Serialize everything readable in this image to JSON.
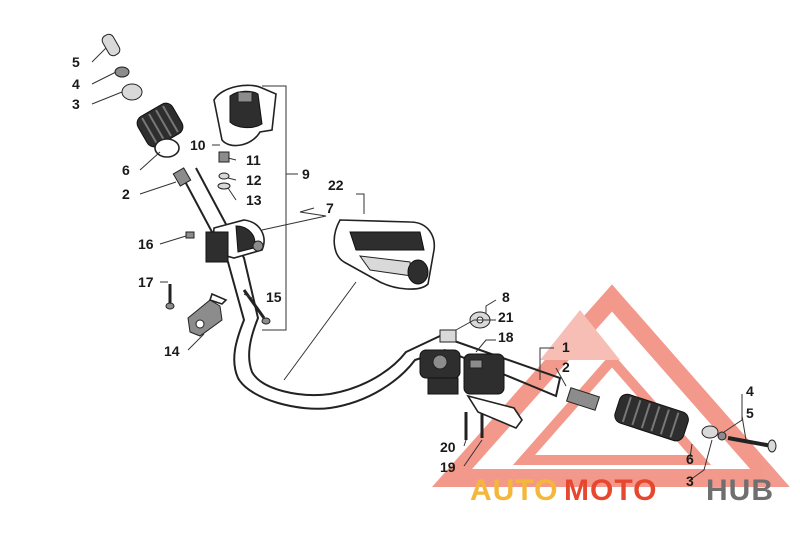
{
  "labels": {
    "l5_top": "5",
    "l4_top": "4",
    "l3_top": "3",
    "l6_left": "6",
    "l2_left": "2",
    "l10": "10",
    "l11": "11",
    "l12": "12",
    "l13": "13",
    "l9": "9",
    "l22": "22",
    "l7": "7",
    "l16": "16",
    "l17": "17",
    "l15": "15",
    "l14": "14",
    "l8": "8",
    "l21": "21",
    "l18": "18",
    "l1": "1",
    "l2_right": "2",
    "l4_right": "4",
    "l5_right": "5",
    "l6_right": "6",
    "l3_right": "3",
    "l20": "20",
    "l19": "19"
  },
  "watermark": {
    "part1": "AUTO",
    "part2": "MOTO",
    "part3": "HUB",
    "color_yellow": "#f5b73b",
    "color_red": "#e8472f",
    "color_grey": "#6f6f6f"
  }
}
